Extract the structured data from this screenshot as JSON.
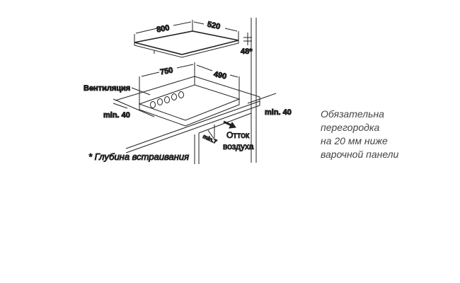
{
  "dimensions": {
    "hob_width": "800",
    "hob_depth": "520",
    "hob_height": "48*",
    "cutout_width": "750",
    "cutout_depth": "490",
    "min_left": "min. 40",
    "min_right": "min. 40",
    "min_gap": "min.7"
  },
  "labels": {
    "ventilation": "Вентиляция",
    "airflow_line1": "Отток",
    "airflow_line2": "воздуха",
    "footnote": "* Глубина встраивания"
  },
  "note": {
    "lines": [
      "Обязательна",
      "перегородка",
      "на 20 мм ниже",
      "варочной панели"
    ]
  }
}
